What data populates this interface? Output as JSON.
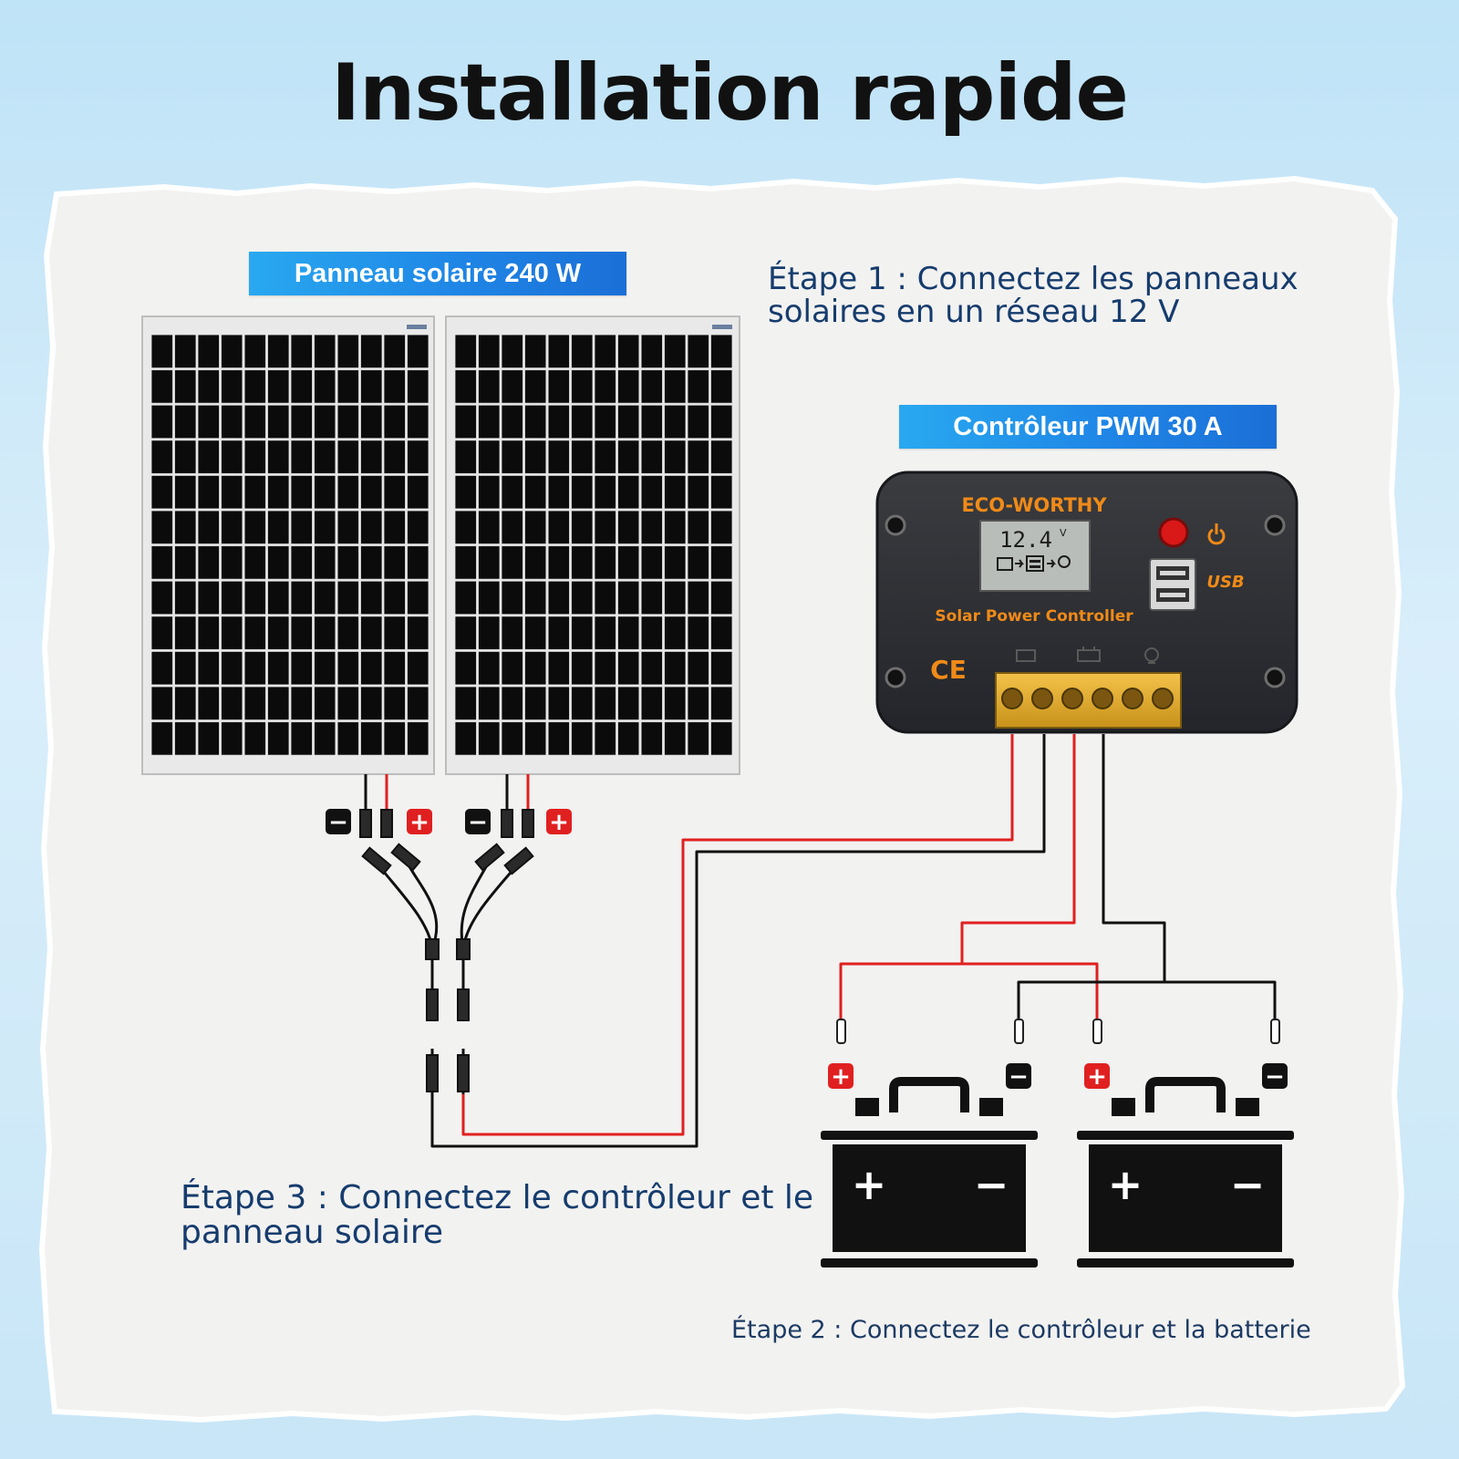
{
  "title": "Installation rapide",
  "panel_label": "Panneau solaire 240 W",
  "controller_label": "Contrôleur PWM 30 A",
  "steps": {
    "step1": "Étape 1 : Connectez les panneaux solaires en un réseau 12 V",
    "step2": "Étape 2 : Connectez le contrôleur et la batterie",
    "step3": "Étape 3 : Connectez le contrôleur et le panneau solaire"
  },
  "controller": {
    "brand": "ECO-WORTHY",
    "lcd_value": "12.4",
    "lcd_unit": "V",
    "name": "Solar Power Controller",
    "usb_label": "USB",
    "ce_mark": "CE"
  },
  "polarity": {
    "positive": "+",
    "negative": "−"
  },
  "colors": {
    "banner_blue": "#1f86e6",
    "step_text": "#163c6d",
    "wire_red": "#e02020",
    "wire_black": "#111111",
    "brand_orange": "#f08a18"
  }
}
